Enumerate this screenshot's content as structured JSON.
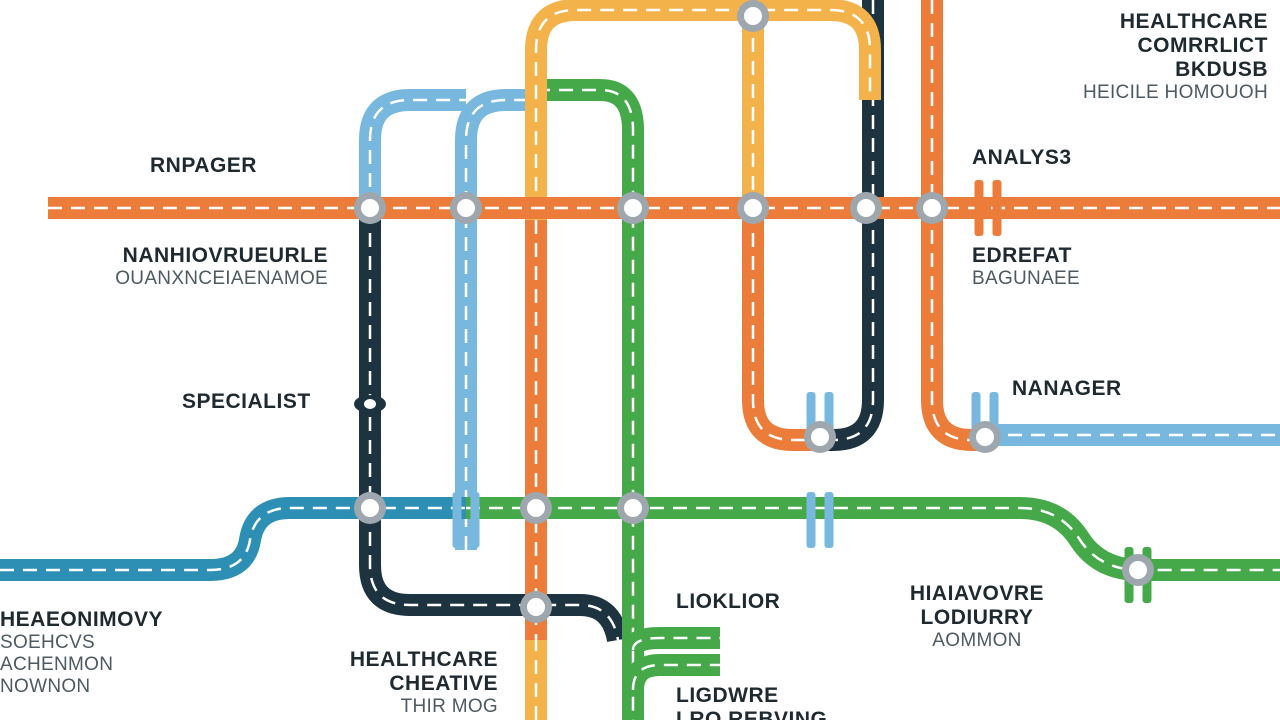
{
  "colors": {
    "orange": "#ec7c3a",
    "yellow": "#f3b24a",
    "green": "#45a94a",
    "light_blue": "#79b8de",
    "teal": "#2e8fb5",
    "navy": "#1d3340",
    "station_fill": "#ffffff",
    "station_ring": "#9ea7ad",
    "dash": "#ffffff"
  },
  "labels": {
    "healthcare_top": {
      "line1": "HEALTHCARE",
      "line2": "COMRRLICT",
      "line3": "BKDUSB",
      "line4": "HEICILE HOMOUOH"
    },
    "rnpager": "RNPAGER",
    "analyst": "ANALYS3",
    "nanhiovru": {
      "line1": "NANHIOVRUEURLE",
      "line2": "OUANXNCEIAENAMOE"
    },
    "edrefat": {
      "line1": "EDREFAT",
      "line2": "BAGUNAEE"
    },
    "specialist": "SPECIALIST",
    "nanager": "NANAGER",
    "heaeonn": {
      "line1": "HEAEONIMOVY",
      "line2": "SOEHCVS",
      "line3": "ACHENMON",
      "line4": "NOWNON"
    },
    "lioklior": "LIOKLIOR",
    "healthcare_bottom": {
      "line1": "HEALTHCARE",
      "line2": "CHEATIVE",
      "line3": "THIR MOG"
    },
    "hiaiavovre": {
      "line1": "HIAIAVOVRE",
      "line2": "LODIURRY",
      "line3": "AOMMON"
    },
    "ligdwre": {
      "line1": "LIGDWRE",
      "line2": "LRO REBVING"
    }
  }
}
